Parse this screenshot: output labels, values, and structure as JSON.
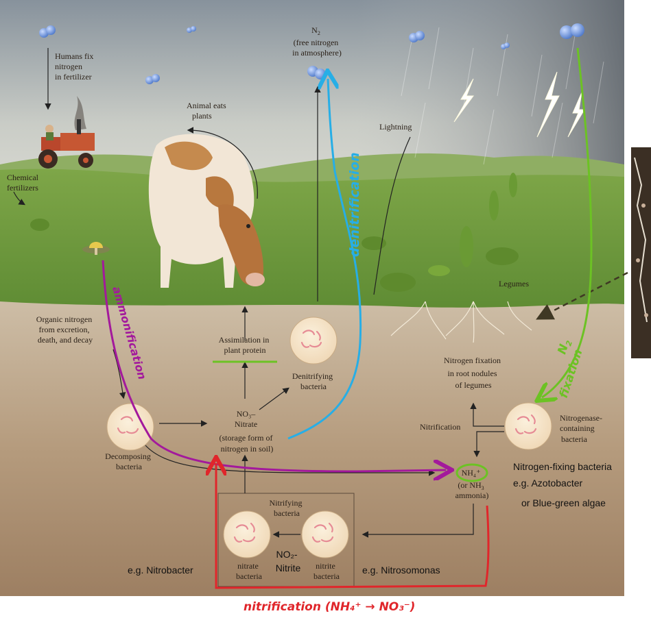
{
  "labels": {
    "humans_fix": [
      "Humans fix",
      "nitrogen",
      "in fertilizer"
    ],
    "n2": [
      "N",
      "(free nitrogen",
      "in atmosphere)"
    ],
    "n2_sub": "2",
    "animal_eats": [
      "Animal eats",
      "plants"
    ],
    "lightning": "Lightning",
    "chemical_fertilizers": [
      "Chemical",
      "fertilizers"
    ],
    "legumes": "Legumes",
    "organic_nitrogen": [
      "Organic nitrogen",
      "from excretion,",
      "death, and decay"
    ],
    "assimilation": [
      "Assimilation in",
      "plant protein"
    ],
    "denitrifying": [
      "Denitrifying",
      "bacteria"
    ],
    "nitrogen_fixation_nodules": [
      "Nitrogen fixation",
      "in root nodules",
      "of legumes"
    ],
    "nitrate": [
      "NO₃–",
      "Nitrate",
      "(storage form of",
      "nitrogen in soil)"
    ],
    "nitrification_small": "Nitrification",
    "nitrogenase": [
      "Nitrogenase-",
      "containing",
      "bacteria"
    ],
    "decomposing": [
      "Decomposing",
      "bacteria"
    ],
    "ammonium": [
      "NH₄⁺",
      "(or NH",
      "ammonia)"
    ],
    "ammonium_sub": "3",
    "nitrifying": [
      "Nitrifying",
      "bacteria"
    ],
    "nitrate_bacteria": [
      "nitrate",
      "bacteria"
    ],
    "nitrite_bacteria": [
      "nitrite",
      "bacteria"
    ],
    "no2": [
      "NO₂-",
      "Nitrite"
    ]
  },
  "annotations": {
    "eg_nitrobacter": "e.g. Nitrobacter",
    "eg_nitrosomonas": "e.g. Nitrosomonas",
    "fixing_bacteria": [
      "Nitrogen-fixing bacteria",
      "e.g. Azotobacter",
      "or Blue-green algae"
    ],
    "denitrification": "denitrification",
    "ammonification": "ammonification",
    "n2_fixation": [
      "N",
      "fixation"
    ],
    "n2_fixation_sub": "2",
    "nitrification_handwritten": "nitrification (NH₄⁺ → NO₃⁻)"
  },
  "colors": {
    "sky_top": "#8e9aa6",
    "ground": "#b49a7c",
    "grass": "#6f9a3a",
    "denitrification": "#27aee6",
    "ammonification": "#a3199c",
    "n2_fixation": "#6cc224",
    "nitrification": "#e0262b",
    "bubble": "#6f93d6"
  }
}
